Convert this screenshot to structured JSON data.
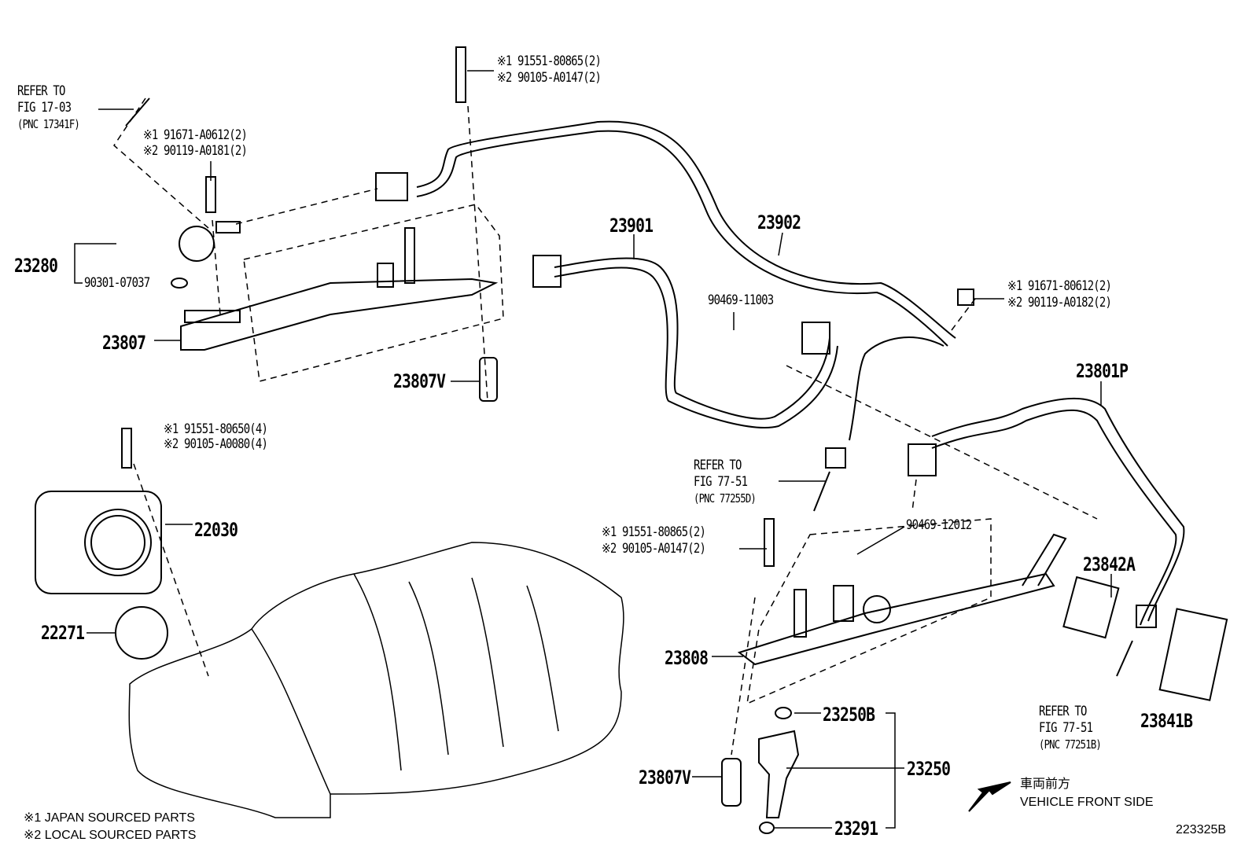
{
  "refer_17_03": {
    "line1": "REFER TO",
    "line2": "FIG 17-03",
    "line3": "(PNC 17341F)"
  },
  "bolt_top": {
    "l1": "※1 91551-80865(2)",
    "l2": "※2 90105-A0147(2)"
  },
  "bolt_reg": {
    "l1": "※1 91671-A0612(2)",
    "l2": "※2 90119-A0181(2)"
  },
  "bolt_right": {
    "l1": "※1 91671-80612(2)",
    "l2": "※2 90119-A0182(2)"
  },
  "bolt_throttle": {
    "l1": "※1 91551-80650(4)",
    "l2": "※2 90105-A0080(4)"
  },
  "bolt_rail2": {
    "l1": "※1 91551-80865(2)",
    "l2": "※2 90105-A0147(2)"
  },
  "parts": {
    "p23280": "23280",
    "p90301": "90301-07037",
    "p23807": "23807",
    "p23807v_top": "23807V",
    "p23901": "23901",
    "p23902": "23902",
    "p90469_11003": "90469-11003",
    "p23801p": "23801P",
    "p22030": "22030",
    "p90469_12012": "90469-12012",
    "p23842a": "23842A",
    "p22271": "22271",
    "p23808": "23808",
    "p23250b": "23250B",
    "p23250": "23250",
    "p23807v_bot": "23807V",
    "p23291": "23291",
    "p23841b": "23841B"
  },
  "refer_77_51_d": {
    "line1": "REFER TO",
    "line2": "FIG 77-51",
    "line3": "(PNC 77255D)"
  },
  "refer_77_51_b": {
    "line1": "REFER TO",
    "line2": "FIG 77-51",
    "line3": "(PNC 77251B)"
  },
  "direction": {
    "jp": "車両前方",
    "en": "VEHICLE FRONT SIDE"
  },
  "notes": {
    "n1": "※1 JAPAN SOURCED PARTS",
    "n2": "※2 LOCAL SOURCED PARTS"
  },
  "figure_id": "223325B"
}
